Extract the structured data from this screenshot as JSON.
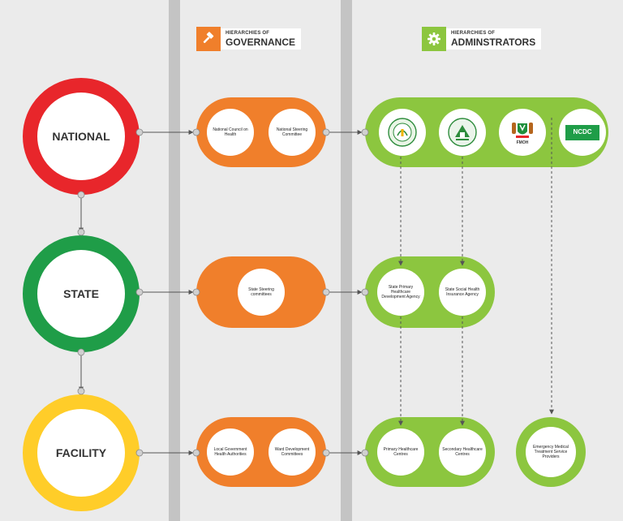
{
  "headers": {
    "governance": {
      "small": "HIERARCHIES OF",
      "big": "GOVERNANCE",
      "icon": "gavel-icon",
      "color": "#f07f2b"
    },
    "administrators": {
      "small": "HIERARCHIES OF",
      "big": "ADMINSTRATORS",
      "icon": "gear-icon",
      "color": "#8cc63f"
    }
  },
  "levels": {
    "national": {
      "label": "NATIONAL",
      "color": "#e8262b"
    },
    "state": {
      "label": "STATE",
      "color": "#1f9d48"
    },
    "facility": {
      "label": "FACILITY",
      "color": "#ffcd29"
    }
  },
  "governance": {
    "national": [
      "National Council on Health",
      "National Steering Committee"
    ],
    "state": [
      "State Steering committees"
    ],
    "facility": [
      "Local Government Health Authorities",
      "Ward Development Committees"
    ]
  },
  "administrators": {
    "national_logos": [
      {
        "name": "nphcda-logo",
        "text": ""
      },
      {
        "name": "nhis-logo",
        "text": ""
      },
      {
        "name": "coat-of-arms-logo",
        "text": "FMOH"
      },
      {
        "name": "ncdc-logo",
        "text": "NCDC"
      }
    ],
    "state": [
      "State Primary Healthcare Development Agency",
      "State Social Health Insurance Agency"
    ],
    "facility": [
      "Primary Healthcare Centres",
      "Secondary Healthcare Centres"
    ],
    "emergency": "Emergency Medical Treatment Service Providers"
  }
}
